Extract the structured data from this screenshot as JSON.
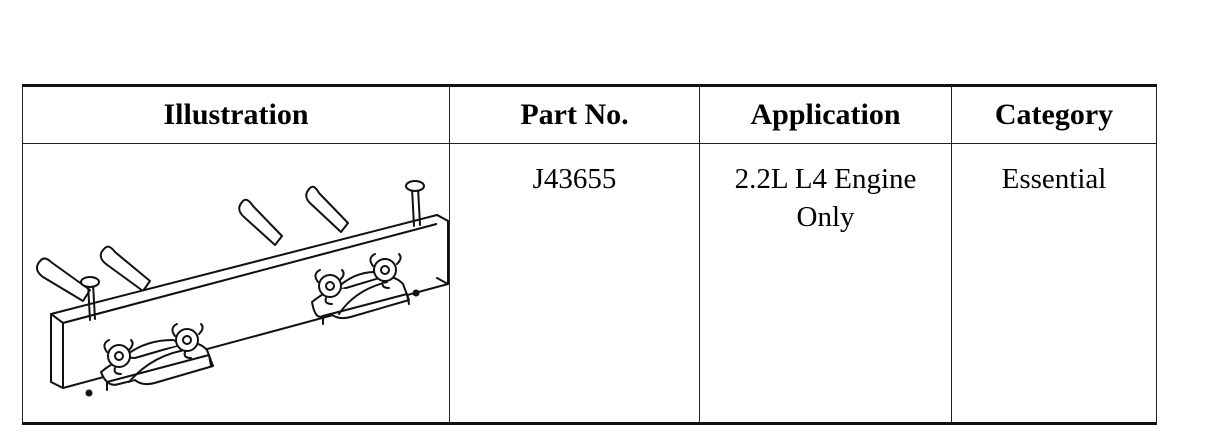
{
  "table": {
    "headers": {
      "illustration": "Illustration",
      "part_no": "Part No.",
      "application": "Application",
      "category": "Category"
    },
    "rows": [
      {
        "illustration_icon": "engine-holding-fixture-icon",
        "part_no": "J43655",
        "application_line1": "2.2L L4 Engine",
        "application_line2": "Only",
        "category": "Essential"
      }
    ]
  }
}
